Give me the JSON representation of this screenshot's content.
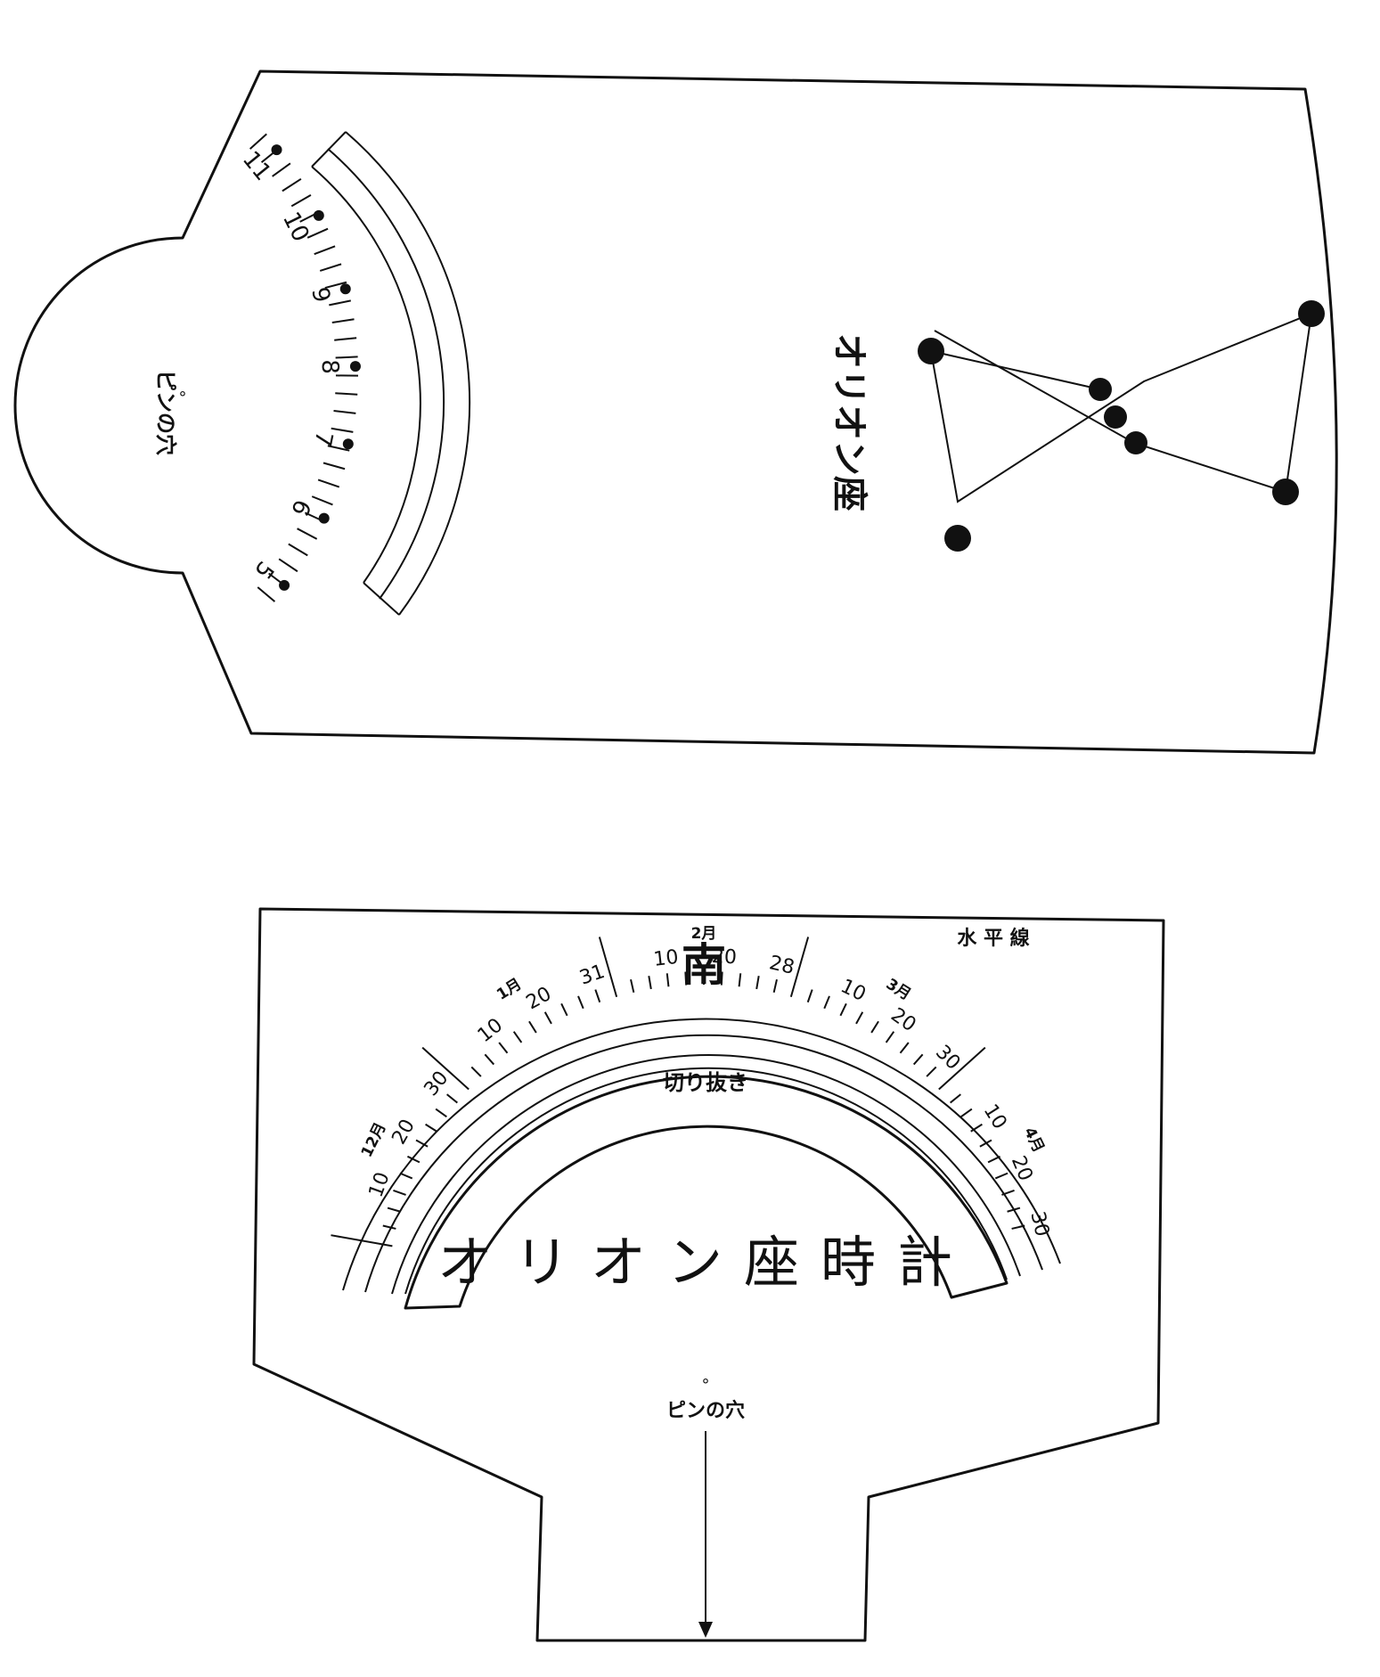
{
  "upper_piece": {
    "pin_hole_label": "ピンの穴",
    "constellation_label": "オリオン座",
    "hour_scale_labels": [
      "11",
      "10",
      "9",
      "8",
      "7",
      "6",
      "5"
    ]
  },
  "lower_piece": {
    "horizon_label": "水 平 線",
    "south_label": "南",
    "cutout_label": "切り抜き",
    "title": "オリオン座時計",
    "pin_hole_label": "ピンの穴",
    "months": [
      {
        "label": "12月",
        "day_marks": [
          "10",
          "20",
          "30"
        ]
      },
      {
        "label": "1月",
        "day_marks": [
          "10",
          "20",
          "31"
        ]
      },
      {
        "label": "2月",
        "day_marks": [
          "10",
          "20",
          "28"
        ]
      },
      {
        "label": "3月",
        "day_marks": [
          "10",
          "20",
          "30"
        ]
      },
      {
        "label": "4月",
        "day_marks": [
          "10",
          "20",
          "30"
        ]
      }
    ]
  }
}
